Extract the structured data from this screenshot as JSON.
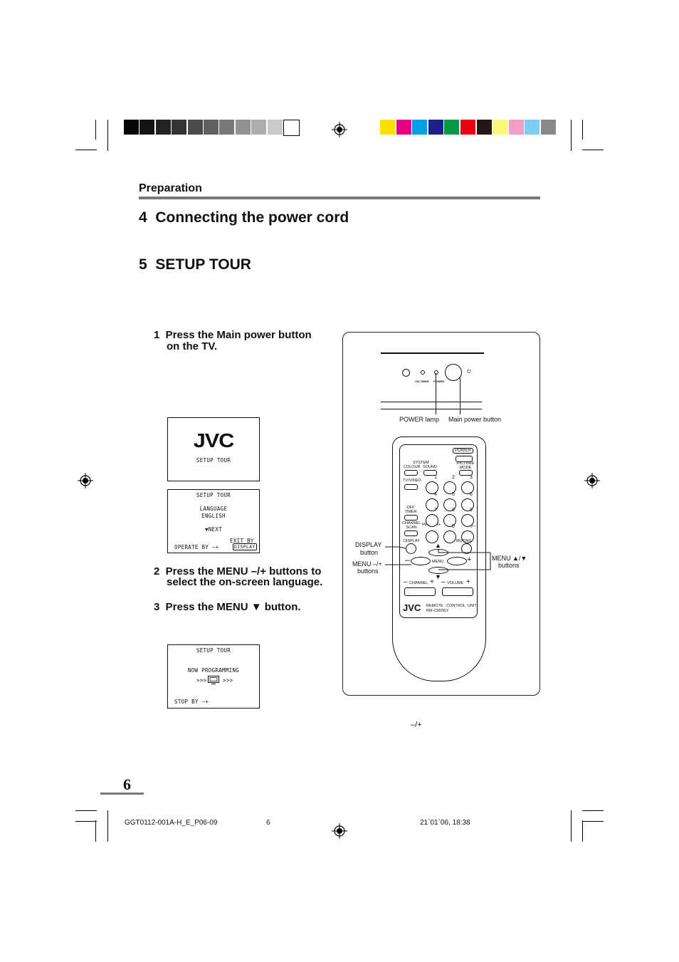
{
  "print_marks": {
    "gray_swatches": [
      "#050505",
      "#141414",
      "#222222",
      "#333333",
      "#4a4a4a",
      "#616161",
      "#787878",
      "#929292",
      "#adadad",
      "#cacaca",
      "#ffffff"
    ],
    "color_swatches": [
      "#ffdf00",
      "#e4007f",
      "#00a0e9",
      "#1d2088",
      "#009944",
      "#e60012",
      "#231815",
      "#fff579",
      "#f29ec8",
      "#7ecef4",
      "#898989"
    ]
  },
  "section": {
    "label": "Preparation"
  },
  "headings": {
    "h4": "4  Connecting the power cord",
    "h5": "5  SETUP TOUR"
  },
  "steps": {
    "s1_line1": "1  Press the Main power button",
    "s1_line2": "on the TV.",
    "s2_line1": "2  Press the MENU –/+ buttons to",
    "s2_line2": "select the on-screen language.",
    "s3": "3  Press the MENU ▼ button."
  },
  "screens": {
    "screen1": {
      "logo": "JVC",
      "title": "SETUP TOUR"
    },
    "screen2": {
      "title": "SETUP TOUR",
      "label": "LANGUAGE",
      "value": "ENGLISH",
      "next": "▼NEXT",
      "exit": "EXIT BY",
      "operate": "OPERATE BY –+",
      "display_key": "DISPLAY"
    },
    "screen3": {
      "title": "SETUP TOUR",
      "status": "NOW PROGRAMMING",
      "arrows_left": ">>>",
      "arrows_right": ">>>",
      "stop": "STOP BY –+"
    }
  },
  "tv_panel": {
    "on_timer": "ON TIMER",
    "power": "POWER",
    "callout_lamp": "POWER lamp",
    "callout_main": "Main power button"
  },
  "remote": {
    "power": "POWER",
    "system": "SYSTEM",
    "colour": "COLOUR",
    "sound": "SOUND",
    "picture_mode": "PICTURE MODE",
    "tv_video": "TV/VIDEO",
    "off_timer": "OFF TIMER",
    "channel_scan": "CHANNEL SCAN",
    "return": "RETURN+",
    "digits": [
      "1",
      "2",
      "3",
      "4",
      "5",
      "6",
      "7",
      "8",
      "9",
      "0",
      "-/--"
    ],
    "display": "DISPLAY",
    "muting": "MUTING",
    "menu": "MENU",
    "channel": "CHANNEL",
    "volume": "VOLUME",
    "logo": "JVC",
    "unit": "REMOTE   CONTROL  UNIT",
    "model": "RM-C360GY"
  },
  "callouts": {
    "display_1": "DISPLAY",
    "display_2": "button",
    "menu_pm_1": "MENU –/+",
    "menu_pm_2": "buttons",
    "menu_ud_1": "MENU ▲/▼",
    "menu_ud_2": "buttons"
  },
  "footnote": "–/+",
  "page_number": "6",
  "footer": {
    "doc": "GGT0112-001A-H_E_P06-09",
    "page": "6",
    "date": "21`01`06, 18:38"
  }
}
